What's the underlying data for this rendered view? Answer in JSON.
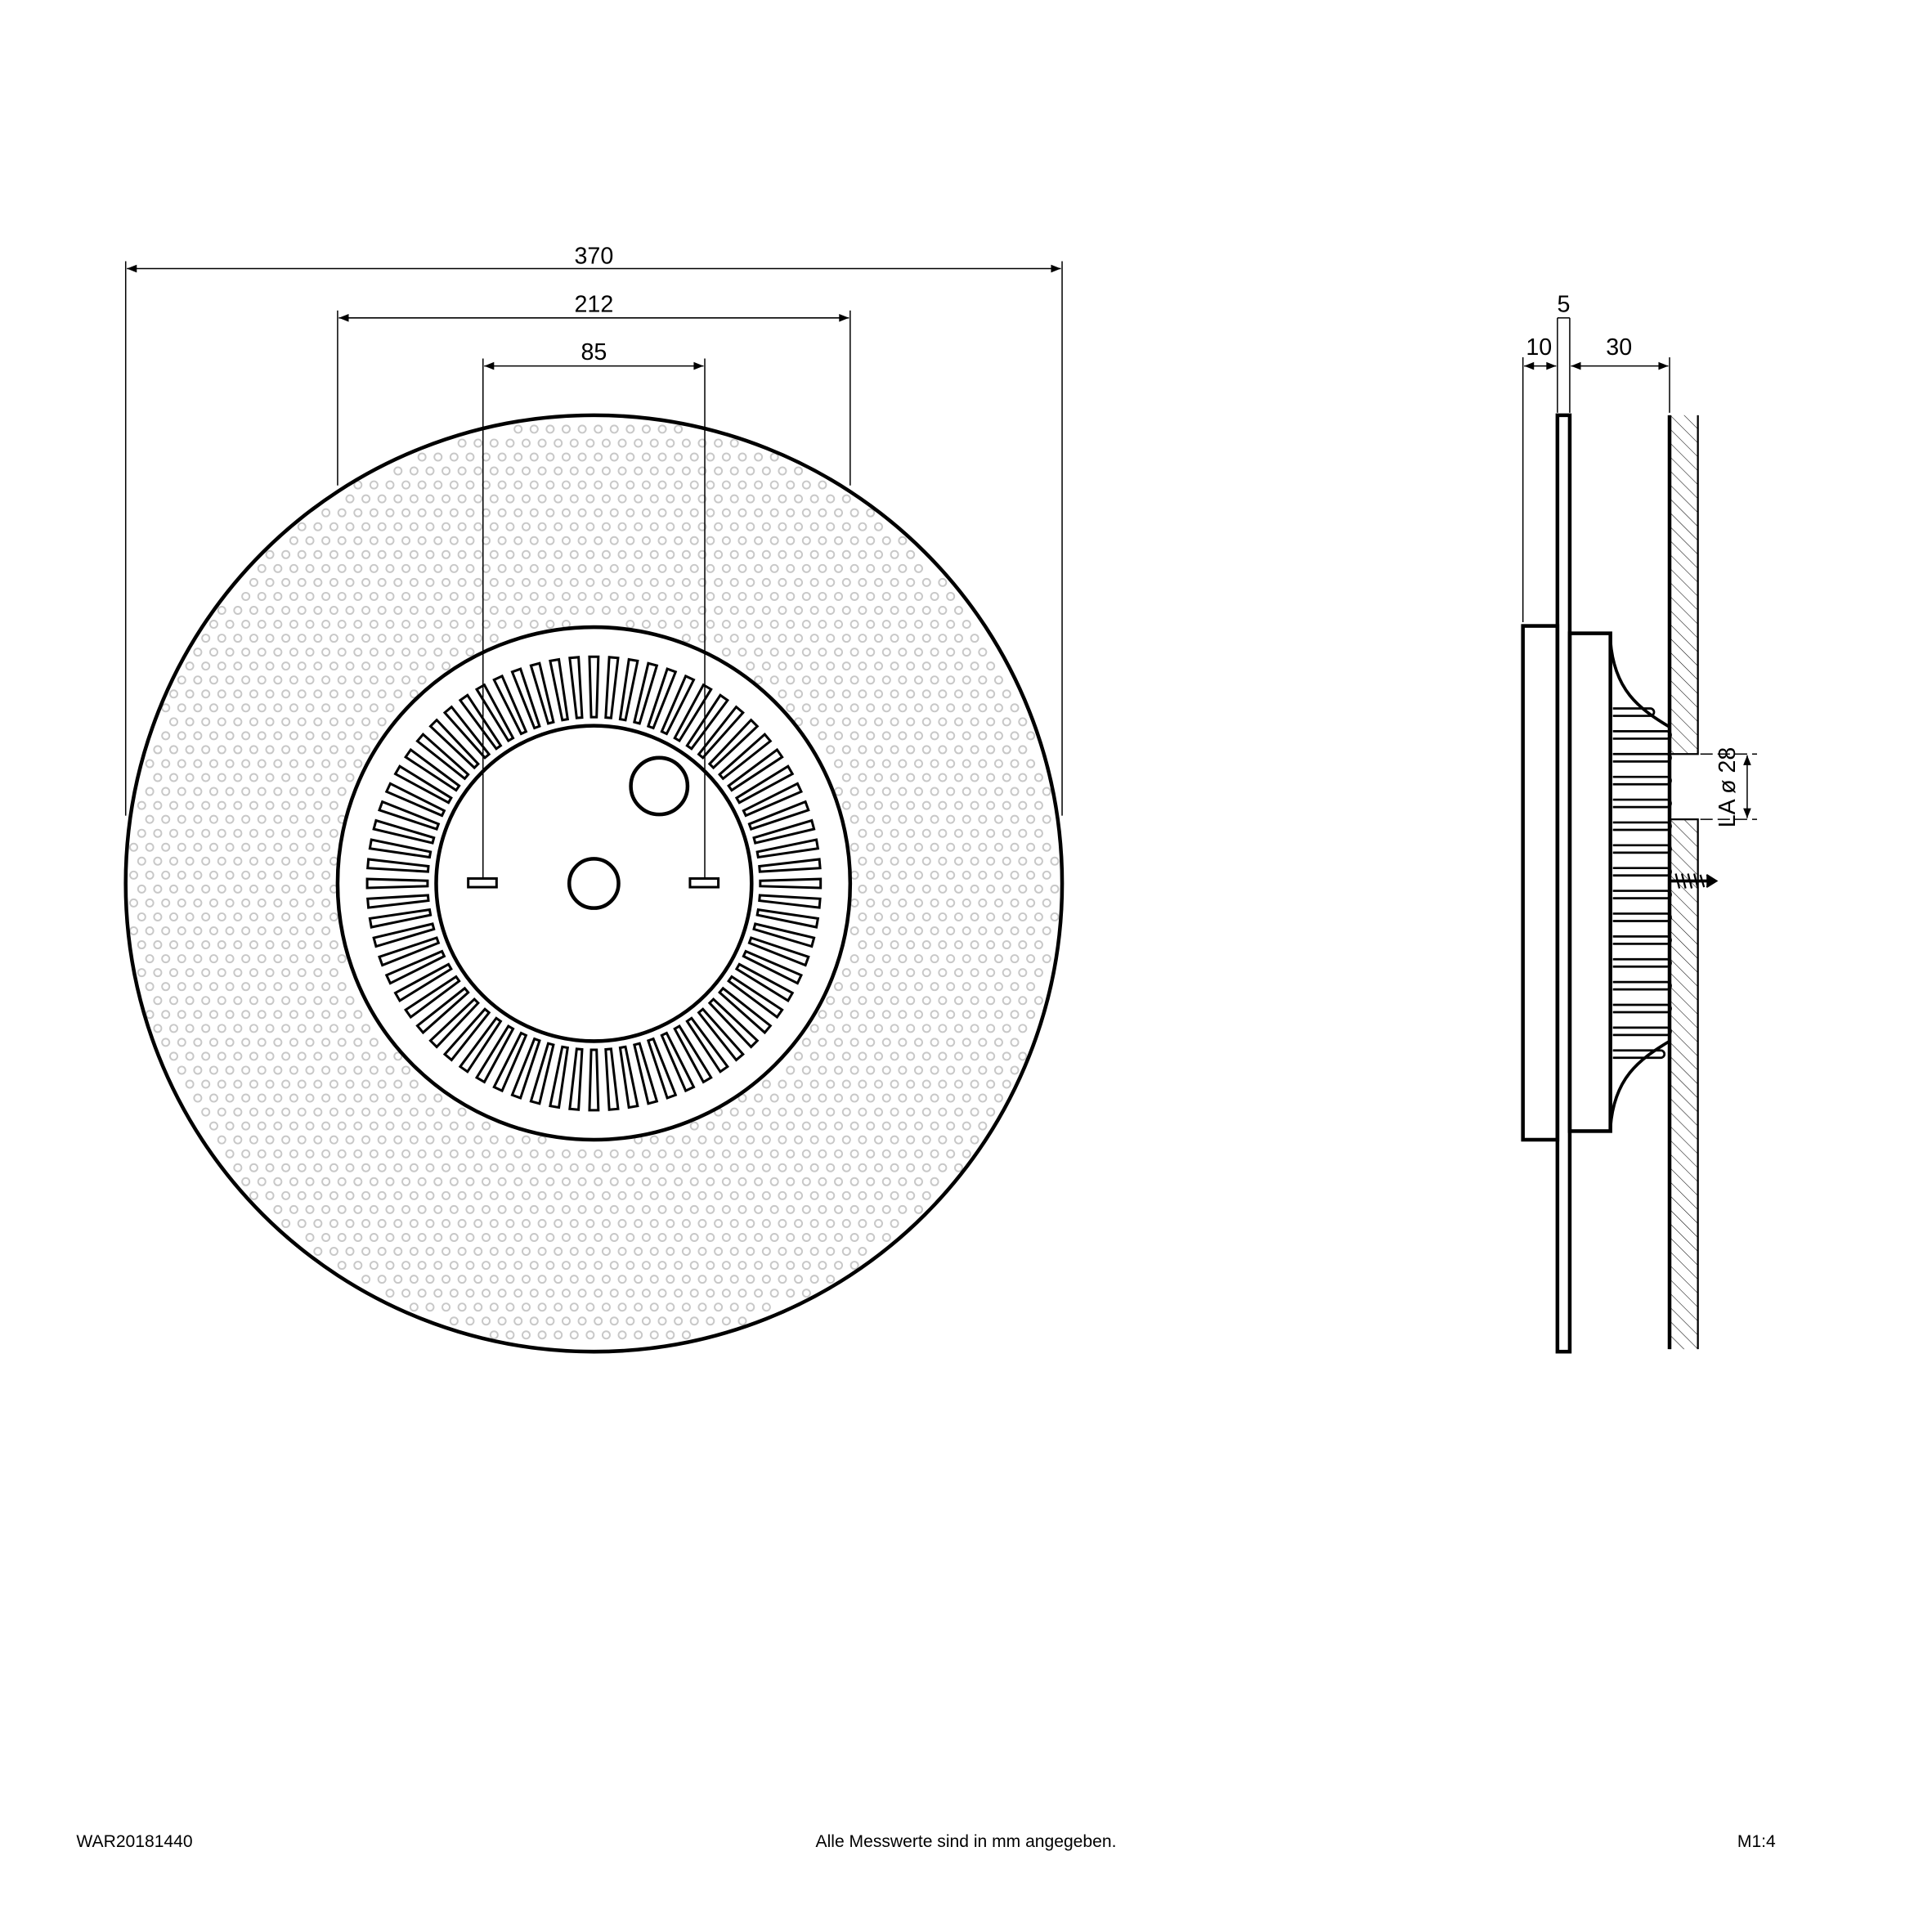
{
  "front_view": {
    "dimensions": {
      "overall_diameter": "370",
      "inner_ring_diameter": "212",
      "mounting_spacing": "85"
    },
    "slot_count": 72
  },
  "side_view": {
    "dimensions": {
      "back_depth": "10",
      "plate_thickness": "5",
      "body_depth": "30",
      "cable_outlet": "LA ø 28"
    }
  },
  "footer": {
    "article_number": "WAR20181440",
    "note": "Alle Messwerte sind in mm angegeben.",
    "scale": "M1:4"
  },
  "colors": {
    "line": "#000000",
    "dots": "#c8c8c8"
  }
}
